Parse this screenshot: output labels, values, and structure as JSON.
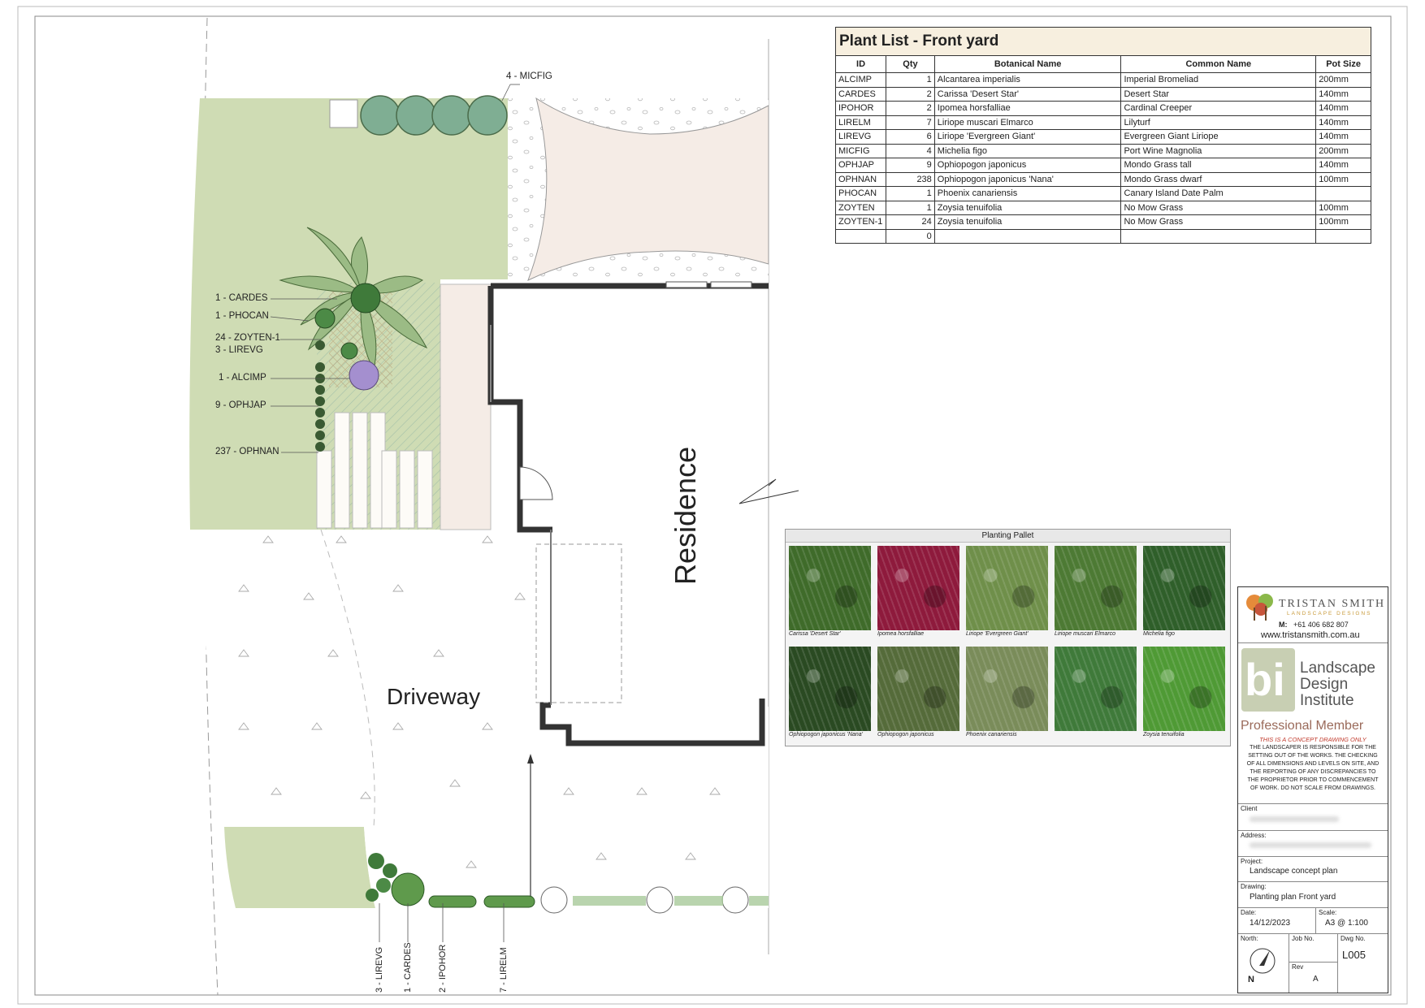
{
  "plant_list": {
    "title": "Plant List - Front yard",
    "columns": [
      "ID",
      "Qty",
      "Botanical Name",
      "Common Name",
      "Pot Size"
    ],
    "rows": [
      [
        "ALCIMP",
        "1",
        "Alcantarea imperialis",
        "Imperial Bromeliad",
        "200mm"
      ],
      [
        "CARDES",
        "2",
        "Carissa 'Desert Star'",
        "Desert Star",
        "140mm"
      ],
      [
        "IPOHOR",
        "2",
        "Ipomea horsfalliae",
        "Cardinal Creeper",
        "140mm"
      ],
      [
        "LIRELM",
        "7",
        "Liriope muscari Elmarco",
        "Lilyturf",
        "140mm"
      ],
      [
        "LIREVG",
        "6",
        "Liriope 'Evergreen Giant'",
        "Evergreen Giant Liriope",
        "140mm"
      ],
      [
        "MICFIG",
        "4",
        "Michelia figo",
        "Port Wine Magnolia",
        "200mm"
      ],
      [
        "OPHJAP",
        "9",
        "Ophiopogon japonicus",
        "Mondo Grass tall",
        "140mm"
      ],
      [
        "OPHNAN",
        "238",
        "Ophiopogon japonicus 'Nana'",
        "Mondo Grass dwarf",
        "100mm"
      ],
      [
        "PHOCAN",
        "1",
        "Phoenix canariensis",
        "Canary Island Date Palm",
        ""
      ],
      [
        "ZOYTEN",
        "1",
        "Zoysia tenuifolia",
        "No Mow Grass",
        "100mm"
      ],
      [
        "ZOYTEN-1",
        "24",
        "Zoysia tenuifolia",
        "No Mow Grass",
        "100mm"
      ],
      [
        "",
        "0",
        "",
        "",
        ""
      ]
    ]
  },
  "plan": {
    "labels_left": {
      "cardes": "1 - CARDES",
      "phocan": "1 - PHOCAN",
      "zoyten": "24 - ZOYTEN-1",
      "lirevg": "3 - LIREVG",
      "alcimp": "1 - ALCIMP",
      "ophjap": "9 - OPHJAP",
      "ophnan": "237 - OPHNAN"
    },
    "label_top": "4 - MICFIG",
    "labels_bottom": {
      "lirevg": "3 - LIREVG",
      "cardes": "1 - CARDES",
      "ipohor": "2 - IPOHOR",
      "lirelm": "7 - LIRELM"
    },
    "residence": "Residence",
    "driveway": "Driveway"
  },
  "pallet": {
    "title": "Planting Pallet",
    "items": [
      {
        "caption": "Carissa 'Desert Star'",
        "color": "#3f6b2a"
      },
      {
        "caption": "Ipomea horsfalliae",
        "color": "#8e1a3c"
      },
      {
        "caption": "Liriope 'Evergreen Giant'",
        "color": "#6f8f4a"
      },
      {
        "caption": "Liriope muscari Elmarco",
        "color": "#4d7a34"
      },
      {
        "caption": "Michelia figo",
        "color": "#2f5f2a"
      },
      {
        "caption": "Ophiopogon japonicus 'Nana'",
        "color": "#2a4a22"
      },
      {
        "caption": "Ophiopogon japonicus",
        "color": "#556b3a"
      },
      {
        "caption": "Phoenix canariensis",
        "color": "#7a8c5a"
      },
      {
        "caption": "",
        "color": "#3f7a3a"
      },
      {
        "caption": "Zoysia tenuifolia",
        "color": "#4f9a35"
      }
    ]
  },
  "titleblock": {
    "company_name": "TRISTAN SMITH",
    "company_sub": "LANDSCAPE DESIGNS",
    "mobile_label": "M:",
    "mobile": "+61 406 682 807",
    "website": "www.tristansmith.com.au",
    "institute_line1": "Landscape",
    "institute_line2": "Design",
    "institute_line3": "Institute",
    "membership": "Professional Member",
    "concept_note": "THIS IS A CONCEPT DRAWING ONLY",
    "disclaimer": "THE LANDSCAPER IS RESPONSIBLE FOR THE SETTING OUT OF THE WORKS. THE CHECKING OF ALL DIMENSIONS AND LEVELS ON SITE, AND THE REPORTING OF ANY DISCREPANCIES TO THE PROPRIETOR PRIOR TO COMMENCEMENT OF WORK. DO NOT SCALE FROM DRAWINGS.",
    "client_label": "Client",
    "address_label": "Address:",
    "project_label": "Project:",
    "project": "Landscape concept plan",
    "drawing_label": "Drawing:",
    "drawing": "Planting plan Front yard",
    "date_label": "Date:",
    "date": "14/12/2023",
    "scale_label": "Scale:",
    "scale": "A3 @ 1:100",
    "north_label": "North:",
    "job_label": "Job No.",
    "dwg_label": "Dwg No.",
    "dwg": "L005",
    "rev_label": "Rev",
    "rev": "A",
    "north_letter": "N",
    "logo_text": "bi"
  },
  "colors": {
    "lawn": "#cfdcb4",
    "paving": "#f5ece6",
    "wall": "#333333",
    "accent_red": "#c0392b",
    "membership": "#b06a55"
  }
}
